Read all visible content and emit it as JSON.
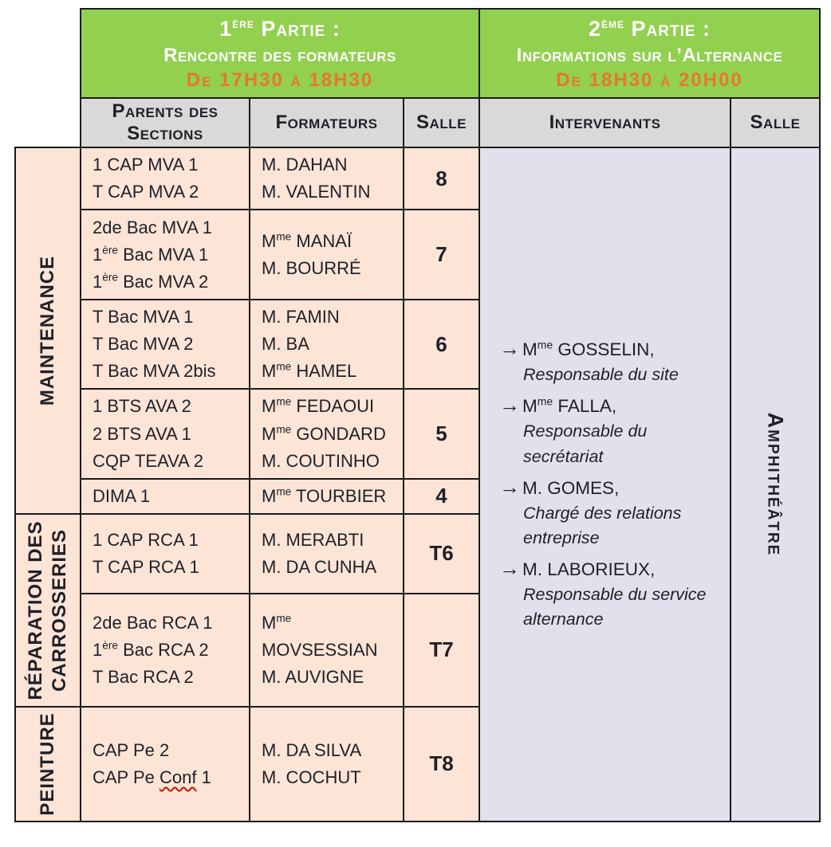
{
  "palette": {
    "green": "#92D050",
    "orange_time": "#E8762C",
    "peach": "#FCE4D6",
    "lavender": "#E4DFEC",
    "header_gray": "#D9D9D9",
    "border": "#1b1b1b",
    "squiggle_red": "#cc1100"
  },
  "part1": {
    "title_rich": [
      {
        "t": "1"
      },
      {
        "t": "ère",
        "sup": true
      },
      {
        "t": " Partie :"
      }
    ],
    "subtitle": "Rencontre des formateurs",
    "time": "De 17H30 à 18H30"
  },
  "part2": {
    "title_rich": [
      {
        "t": "2"
      },
      {
        "t": "ème",
        "sup": true
      },
      {
        "t": " Partie :"
      }
    ],
    "subtitle": "Informations sur l’Alternance",
    "time": "De 18H30 à 20H00"
  },
  "columns": {
    "parents": "Parents des Sections",
    "formateurs": "Formateurs",
    "salle1": "Salle",
    "intervenants": "Intervenants",
    "salle2": "Salle"
  },
  "groups": {
    "maintenance": "MAINTENANCE",
    "reparation_line1": "RÉPARATION DES",
    "reparation_line2": "CARROSSERIES",
    "peinture": "PEINTURE"
  },
  "rows": [
    {
      "sections": [
        [
          {
            "t": "1 CAP MVA 1"
          }
        ],
        [
          {
            "t": "T CAP MVA 2"
          }
        ]
      ],
      "formateurs": [
        [
          {
            "t": "M. DAHAN"
          }
        ],
        [
          {
            "t": "M. VALENTIN"
          }
        ]
      ],
      "salle": "8"
    },
    {
      "sections": [
        [
          {
            "t": "2de Bac MVA 1"
          }
        ],
        [
          {
            "t": "1"
          },
          {
            "t": "ère",
            "sup": true
          },
          {
            "t": " Bac MVA 1"
          }
        ],
        [
          {
            "t": "1"
          },
          {
            "t": "ère",
            "sup": true
          },
          {
            "t": " Bac MVA 2"
          }
        ]
      ],
      "formateurs": [
        [
          {
            "t": "M"
          },
          {
            "t": "me",
            "sup": true
          },
          {
            "t": " MANAÏ"
          }
        ],
        [
          {
            "t": "M. BOURRÉ"
          }
        ]
      ],
      "salle": "7"
    },
    {
      "sections": [
        [
          {
            "t": "T Bac MVA 1"
          }
        ],
        [
          {
            "t": "T Bac MVA 2"
          }
        ],
        [
          {
            "t": "T Bac MVA 2bis"
          }
        ]
      ],
      "formateurs": [
        [
          {
            "t": "M. FAMIN"
          }
        ],
        [
          {
            "t": "M. BA"
          }
        ],
        [
          {
            "t": "M"
          },
          {
            "t": "me",
            "sup": true
          },
          {
            "t": " HAMEL"
          }
        ]
      ],
      "salle": "6"
    },
    {
      "sections": [
        [
          {
            "t": "1 BTS AVA 2"
          }
        ],
        [
          {
            "t": "2 BTS AVA 1"
          }
        ],
        [
          {
            "t": "CQP TEAVA 2"
          }
        ]
      ],
      "formateurs": [
        [
          {
            "t": "M"
          },
          {
            "t": "me",
            "sup": true
          },
          {
            "t": " FEDAOUI"
          }
        ],
        [
          {
            "t": "M"
          },
          {
            "t": "me",
            "sup": true
          },
          {
            "t": " GONDARD"
          }
        ],
        [
          {
            "t": "M. COUTINHO"
          }
        ]
      ],
      "salle": "5"
    },
    {
      "sections": [
        [
          {
            "t": "DIMA 1"
          }
        ]
      ],
      "formateurs": [
        [
          {
            "t": "M"
          },
          {
            "t": "me",
            "sup": true
          },
          {
            "t": " TOURBIER"
          }
        ]
      ],
      "salle": "4"
    },
    {
      "sections": [
        [
          {
            "t": "1 CAP RCA 1"
          }
        ],
        [
          {
            "t": "T CAP RCA 1"
          }
        ]
      ],
      "formateurs": [
        [
          {
            "t": "M. MERABTI"
          }
        ],
        [
          {
            "t": "M. DA CUNHA"
          }
        ]
      ],
      "salle": "T6"
    },
    {
      "sections": [
        [
          {
            "t": "2de Bac RCA 1"
          }
        ],
        [
          {
            "t": "1"
          },
          {
            "t": "ère",
            "sup": true
          },
          {
            "t": " Bac RCA 2"
          }
        ],
        [
          {
            "t": "T Bac RCA 2"
          }
        ]
      ],
      "formateurs": [
        [
          {
            "t": "M"
          },
          {
            "t": "me",
            "sup": true
          }
        ],
        [
          {
            "t": "MOVSESSIAN"
          }
        ],
        [
          {
            "t": "M. AUVIGNE"
          }
        ]
      ],
      "salle": "T7"
    },
    {
      "sections": [
        [
          {
            "t": "CAP Pe 2"
          }
        ],
        [
          {
            "t": "CAP Pe "
          },
          {
            "t": "Conf",
            "wavy": true
          },
          {
            "t": " 1"
          }
        ]
      ],
      "formateurs": [
        [
          {
            "t": "M. DA SILVA"
          }
        ],
        [
          {
            "t": "M. COCHUT"
          }
        ]
      ],
      "salle": "T8"
    }
  ],
  "intervenants": {
    "arrow": "→",
    "entries": [
      {
        "name_rich": [
          {
            "t": "M"
          },
          {
            "t": "me",
            "sup": true
          },
          {
            "t": " GOSSELIN,"
          }
        ],
        "role": "Responsable du site"
      },
      {
        "name_rich": [
          {
            "t": "M"
          },
          {
            "t": "me",
            "sup": true
          },
          {
            "t": " FALLA,"
          }
        ],
        "role": "Responsable du secrétariat"
      },
      {
        "name_rich": [
          {
            "t": "M. GOMES,"
          }
        ],
        "role": "Chargé des relations entreprise"
      },
      {
        "name_rich": [
          {
            "t": "M. LABORIEUX,"
          }
        ],
        "role": "Responsable du service alternance"
      }
    ]
  },
  "amphitheatre": "Amphithéâtre"
}
